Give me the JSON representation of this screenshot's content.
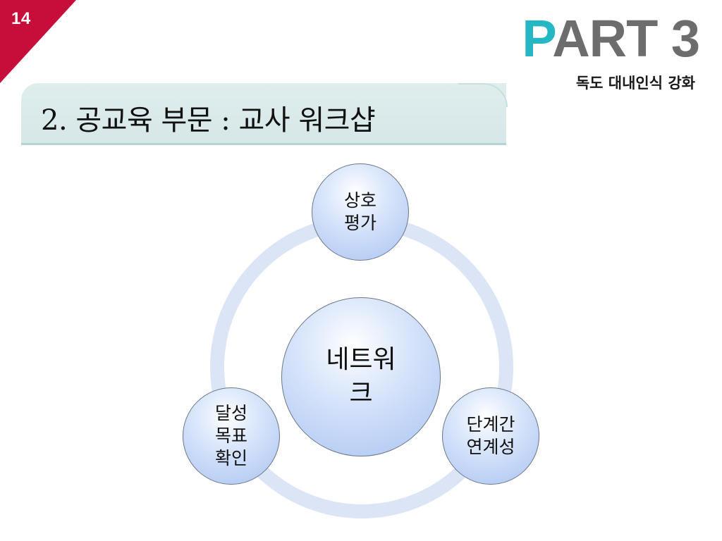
{
  "slide": {
    "page_number": "14",
    "part": {
      "accent_letter": "P",
      "rest": "ART 3"
    },
    "part_subtitle": "독도 대내인식 강화",
    "title": "2. 공교육 부문 : 교사 워크샵"
  },
  "diagram": {
    "center": "네트워\n크",
    "top": "상호\n평가",
    "right": "단계간\n연계성",
    "left": "달성\n목표\n확인"
  },
  "colors": {
    "corner": "#c70d3a",
    "accent": "#25b7c3",
    "part_gray": "#6d6d6d",
    "title_bar": "#dfeded",
    "ring": "#dbe5f6",
    "node_fill": "#a9c3f2"
  }
}
